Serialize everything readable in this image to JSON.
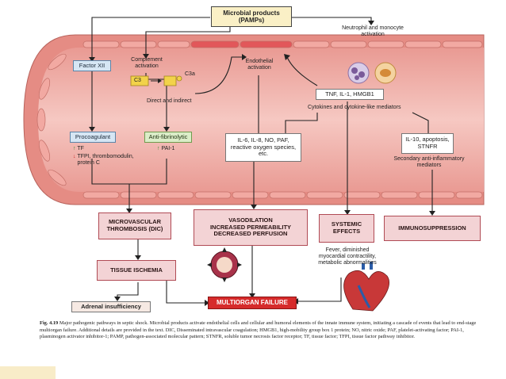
{
  "nodes": {
    "microbial": "Microbial products\n(PAMPs)",
    "neutrophil": "Neutrophil and monocyte\nactivation",
    "factor_xii": "Factor XII",
    "complement": "Complement\nactivation",
    "c3": "C3",
    "c3a": "C3a",
    "direct_indirect": "Direct and indirect",
    "endothelial": "Endothelial\nactivation",
    "tnf": "TNF, IL-1, HMGB1",
    "cytokines": "Cytokines and cytokine-like mediators",
    "procoagulant": "Procoagulant",
    "tf": "TF",
    "tfpi": "TFPI, thrombomodulin,\nprotein C",
    "antifibrinolytic": "Anti-fibrinolytic",
    "pai": "PAI-1",
    "il6": "IL-6, IL-8, NO, PAF,\nreactive oxygen species,\netc.",
    "il10": "IL-10, apoptosis,\nSTNFR",
    "secondary": "Secondary anti-inflammatory\nmediators",
    "microvascular": "MICROVASCULAR\nTHROMBOSIS (DIC)",
    "vasodilation": "VASODILATION\nINCREASED PERMEABILITY\nDECREASED PERFUSION",
    "systemic": "SYSTEMIC\nEFFECTS",
    "immuno": "IMMUNOSUPPRESSION",
    "tissue": "TISSUE ISCHEMIA",
    "fever": "Fever, diminished\nmyocardial contractility,\nmetabolic abnormalities",
    "adrenal": "Adrenal insufficiency",
    "multiorgan": "MULTIORGAN FAILURE"
  },
  "caption": {
    "figure": "Fig. 4.19",
    "text": " Major pathogenic pathways in septic shock. Microbial products activate endothelial cells and cellular and humoral elements of the innate immune system, initiating a cascade of events that lead to end-stage multiorgan failure. Additional details are provided in the text. DIC, Disseminated intravascular coagulation; HMGB1, high-mobility group box 1 protein; NO, nitric oxide; PAF, platelet-activating factor; PAI-1, plasminogen activator inhibitor-1; PAMP, pathogen-associated molecular pattern; STNFR, soluble tumor necrosis factor receptor; TF, tissue factor; TFPI, tissue factor pathway inhibitor."
  },
  "colors": {
    "vessel_fill": "#f1b9b4",
    "vessel_wall": "#e8877f",
    "pink_box": "#f3d3d5",
    "red_box": "#d62b2b",
    "blue_box": "#d6e6f4",
    "green_box": "#dbedc8",
    "title_box": "#faf0c6"
  }
}
